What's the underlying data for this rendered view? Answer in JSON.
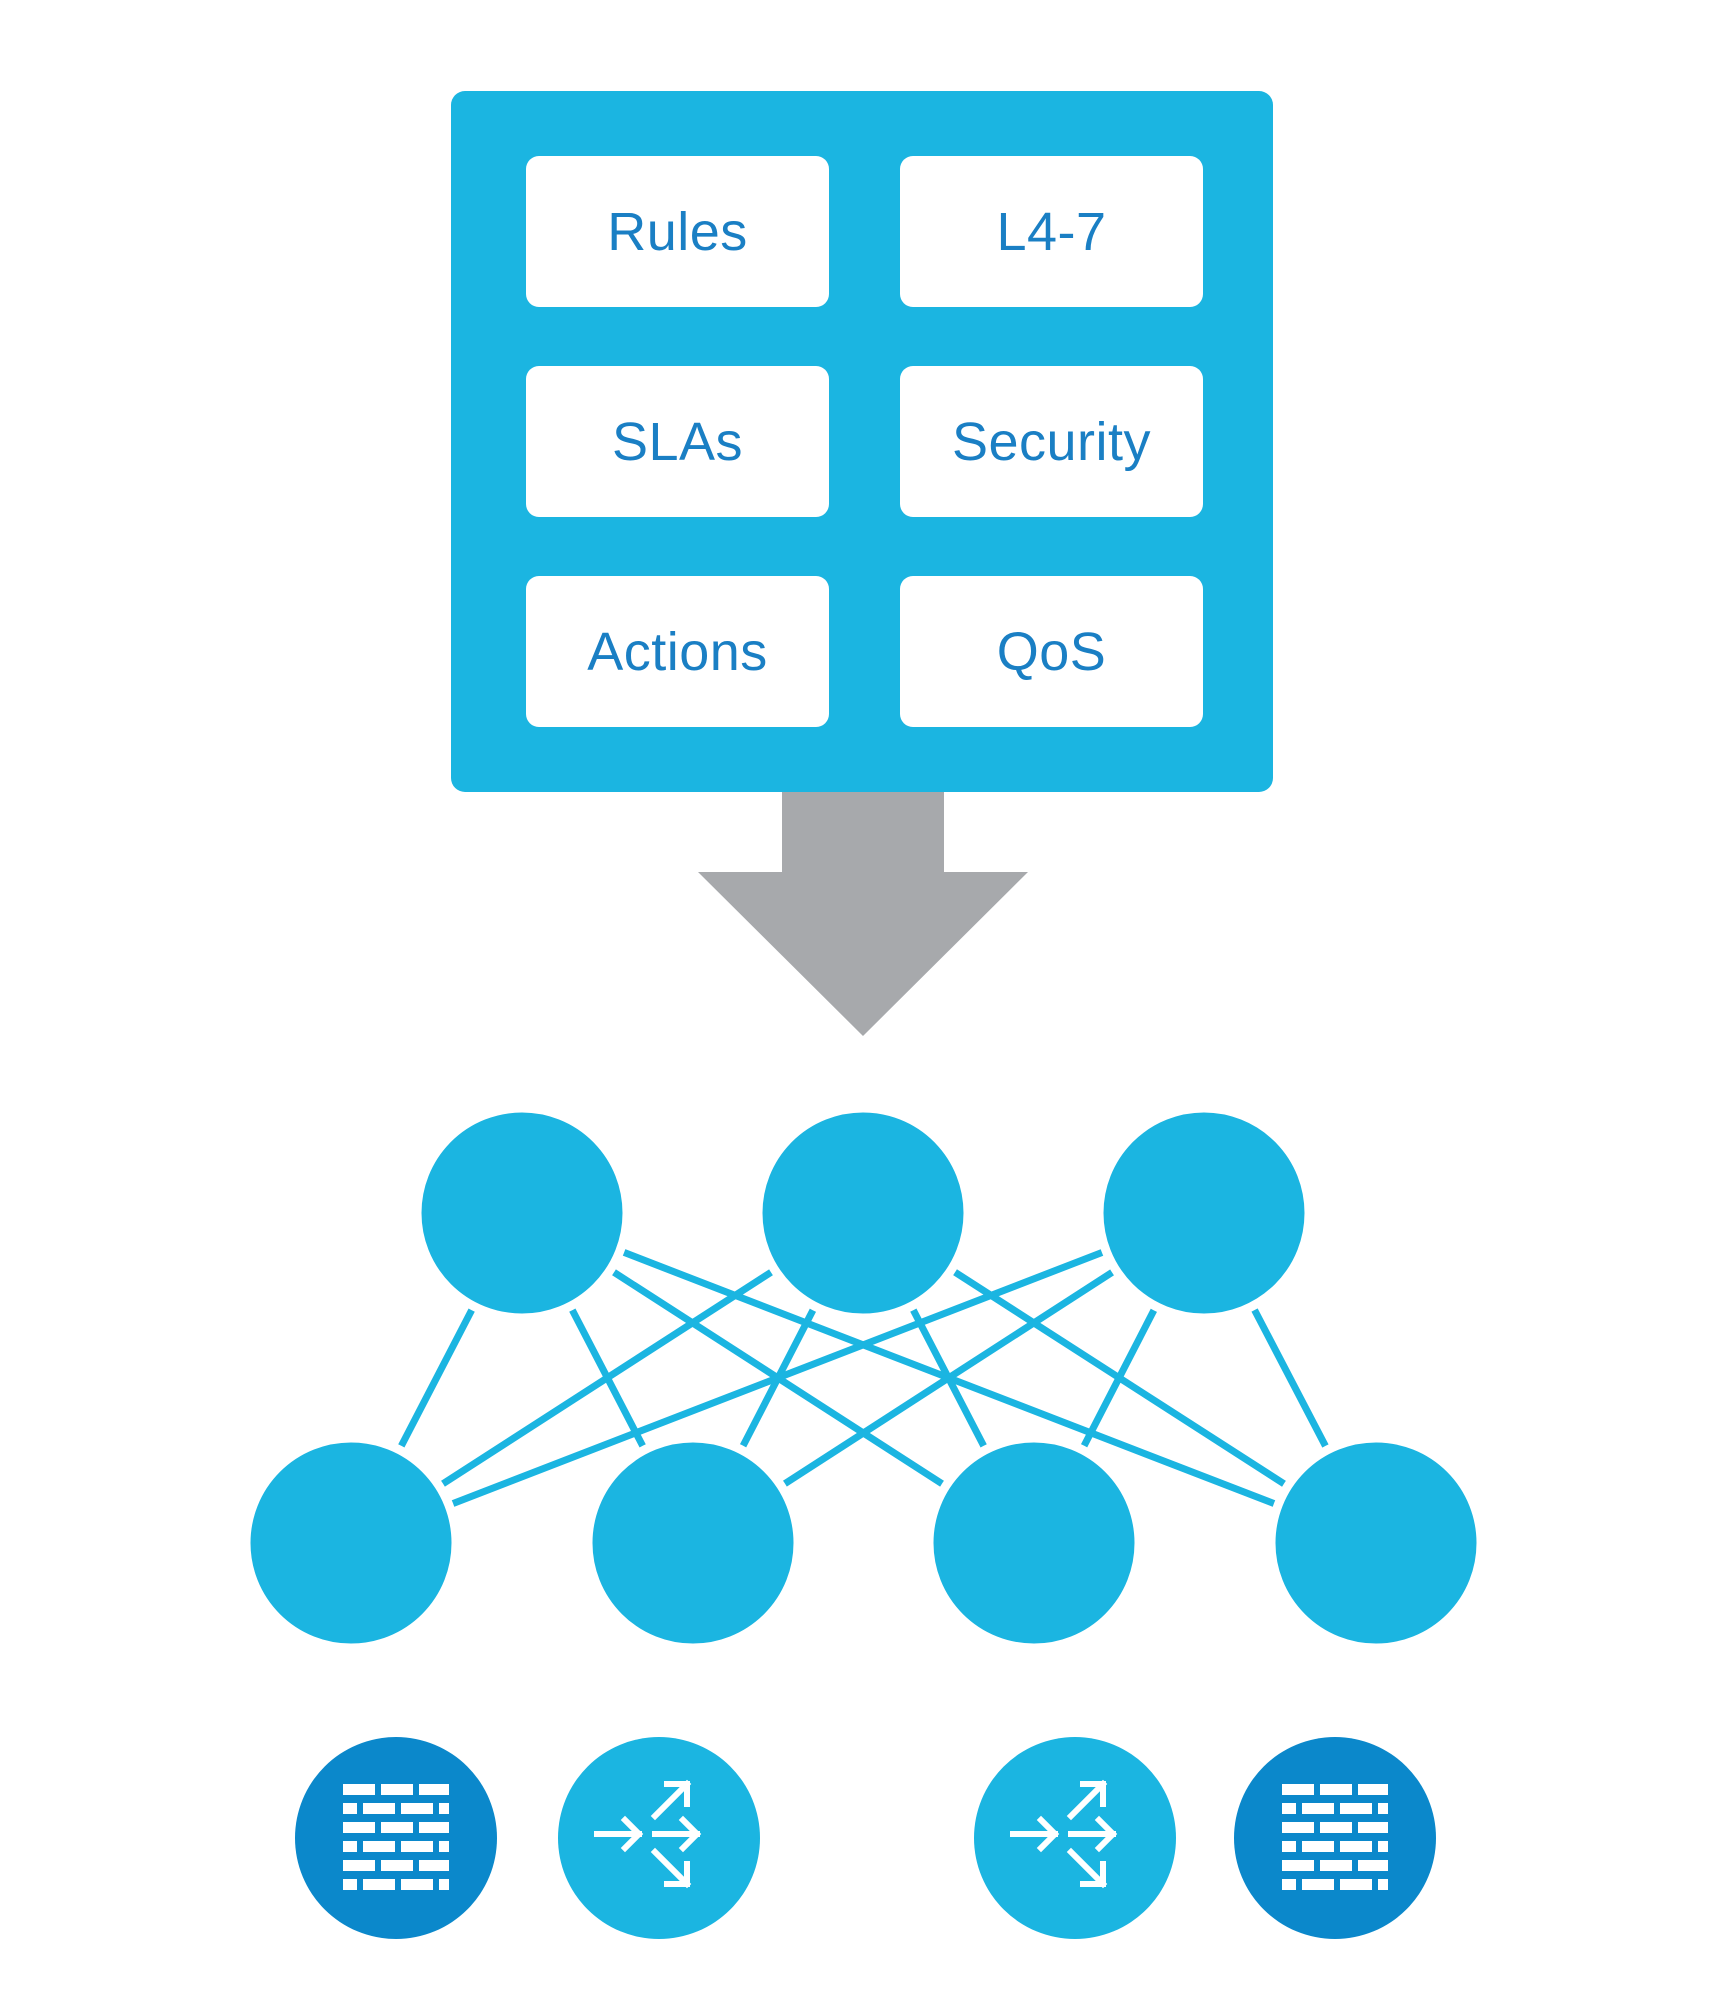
{
  "policy_panel": {
    "items": [
      {
        "id": "rules",
        "label": "Rules"
      },
      {
        "id": "l4-7",
        "label": "L4-7"
      },
      {
        "id": "slas",
        "label": "SLAs"
      },
      {
        "id": "security",
        "label": "Security"
      },
      {
        "id": "actions",
        "label": "Actions"
      },
      {
        "id": "qos",
        "label": "QoS"
      }
    ]
  },
  "colors": {
    "panel": "#1bb5e1",
    "tile": "#ffffff",
    "tile_text": "#1a7fc4",
    "arrow": "#a7a9ac",
    "node": "#1bb5e1",
    "link": "#1bb5e1",
    "firewall": "#0b88cb",
    "service": "#1bb5e1"
  },
  "network": {
    "spine_nodes": [
      "spine-1",
      "spine-2",
      "spine-3"
    ],
    "leaf_nodes": [
      "leaf-1",
      "leaf-2",
      "leaf-3",
      "leaf-4"
    ],
    "links": "full-mesh"
  },
  "endpoints": [
    {
      "id": "firewall-left",
      "icon": "firewall-icon"
    },
    {
      "id": "load-balancer-left",
      "icon": "load-balancer-icon"
    },
    {
      "id": "load-balancer-right",
      "icon": "load-balancer-icon"
    },
    {
      "id": "firewall-right",
      "icon": "firewall-icon"
    }
  ]
}
